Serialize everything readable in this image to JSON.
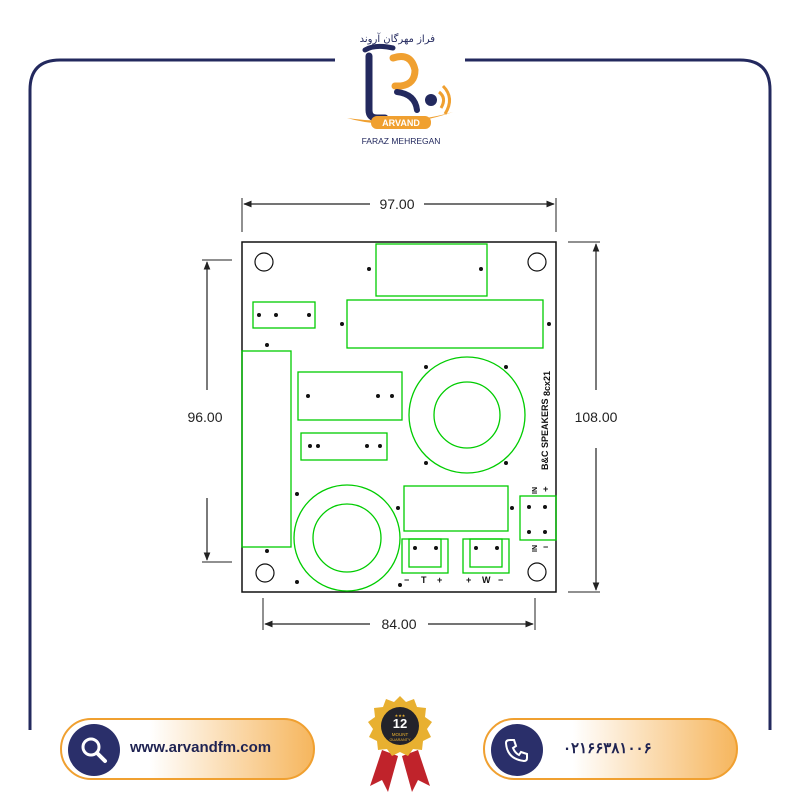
{
  "brand": {
    "persian_name": "آروند",
    "tagline": "فراز مهرگان آروند",
    "latin_name": "ARVAND",
    "company": "FARAZ MEHREGAN"
  },
  "dimensions": {
    "top_width": "97.00",
    "bottom_width": "84.00",
    "left_height": "96.00",
    "right_height": "108.00"
  },
  "pcb": {
    "silk_model": "8cx21",
    "silk_title": "B&C SPEAKERS",
    "in_label": "IN",
    "plus": "+",
    "minus": "−",
    "t_label": "T",
    "w_label": "W"
  },
  "contact": {
    "website": "www.arvandfm.com",
    "phone": "۰۲۱۶۶۳۸۱۰۰۶"
  },
  "warranty": {
    "number": "12",
    "unit": "MOUNT",
    "label": "GUARANTY",
    "stars": "★★★"
  },
  "colors": {
    "frame": "#23295e",
    "accent": "#f0a030",
    "pcb_green": "#00cc00"
  }
}
